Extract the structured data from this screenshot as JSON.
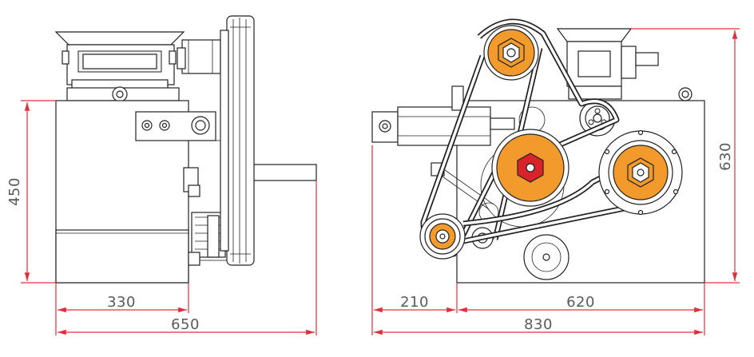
{
  "dimensions": {
    "left": {
      "height": "450",
      "width_a": "330",
      "width_total": "650"
    },
    "right": {
      "height": "630",
      "width_a": "210",
      "width_b": "620",
      "width_total": "830"
    }
  },
  "colors": {
    "dimension_line": "#e0303a",
    "pulley_fill": "#f39a2c",
    "hex_center": "#d8232a",
    "outline": "#222222"
  }
}
